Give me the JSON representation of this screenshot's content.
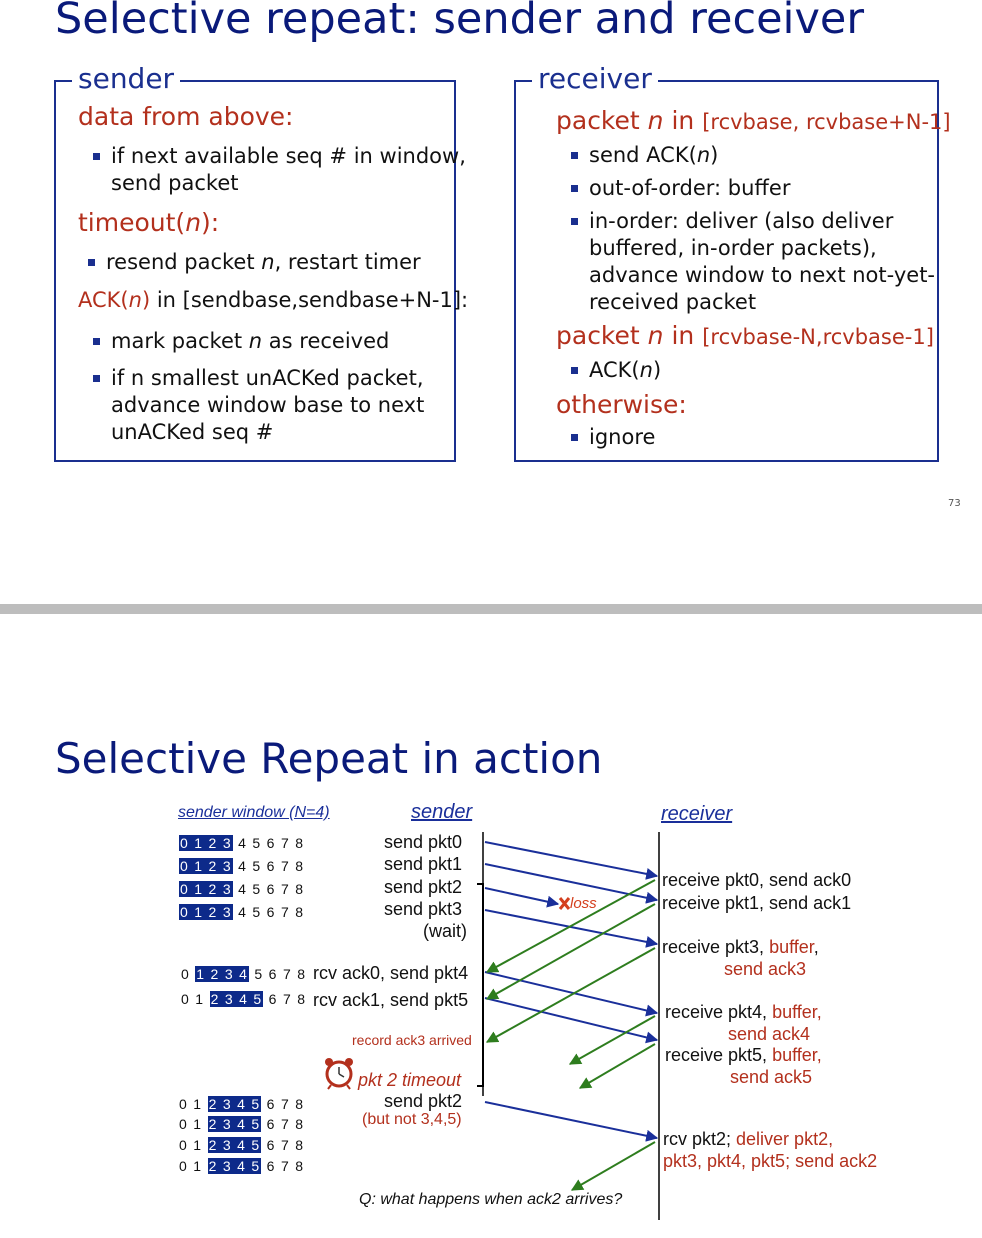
{
  "slide1": {
    "title": "Selective repeat: sender and receiver",
    "sender": {
      "label": "sender",
      "h1": "data from above:",
      "b1a": "if next available seq # in window,",
      "b1b": "send packet",
      "h2_pre": "timeout(",
      "h2_n": "n",
      "h2_post": "):",
      "b2_pre": "resend packet ",
      "b2_n": "n",
      "b2_post": ", restart timer",
      "h3_pre": "ACK(",
      "h3_n": "n",
      "h3_post": ")",
      "h3_range": " in [sendbase,sendbase+N-1]:",
      "b3_pre": "mark packet ",
      "b3_n": "n",
      "b3_post": " as received",
      "b4a": "if n smallest unACKed packet,",
      "b4b": "advance window base to next",
      "b4c": "unACKed seq #"
    },
    "receiver": {
      "label": "receiver",
      "h1_pre": "packet ",
      "h1_n": "n",
      "h1_in": " in ",
      "h1_range": "[rcvbase, rcvbase+N-1]",
      "b1_pre": "send ACK(",
      "b1_n": "n",
      "b1_post": ")",
      "b2": "out-of-order: buffer",
      "b3a": "in-order: deliver (also deliver",
      "b3b": "buffered, in-order packets),",
      "b3c": "advance window to next not-yet-",
      "b3d": "received packet",
      "h2_pre": "packet ",
      "h2_n": "n",
      "h2_in": " in ",
      "h2_range": "[rcvbase-N,rcvbase-1]",
      "b4_pre": "ACK(",
      "b4_n": "n",
      "b4_post": ")",
      "h3": "otherwise:",
      "b5": "ignore"
    },
    "page_number": "73"
  },
  "slide2": {
    "title": "Selective Repeat in action",
    "sender_window_label": "sender window (N=4)",
    "sender_label": "sender",
    "receiver_label": "receiver",
    "windows": [
      {
        "pre": "",
        "hl": "0 1 2 3",
        "post": " 4 5 6 7 8"
      },
      {
        "pre": "",
        "hl": "0 1 2 3",
        "post": " 4 5 6 7 8"
      },
      {
        "pre": "",
        "hl": "0 1 2 3",
        "post": " 4 5 6 7 8"
      },
      {
        "pre": "",
        "hl": "0 1 2 3",
        "post": " 4 5 6 7 8"
      },
      {
        "pre": "0 ",
        "hl": "1 2 3 4",
        "post": " 5 6 7 8"
      },
      {
        "pre": "0 1 ",
        "hl": "2 3 4 5",
        "post": " 6 7 8"
      },
      {
        "pre": "0 1 ",
        "hl": "2 3 4 5",
        "post": " 6 7 8"
      },
      {
        "pre": "0 1 ",
        "hl": "2 3 4 5",
        "post": " 6 7 8"
      },
      {
        "pre": "0 1 ",
        "hl": "2 3 4 5",
        "post": " 6 7 8"
      },
      {
        "pre": "0 1 ",
        "hl": "2 3 4 5",
        "post": " 6 7 8"
      }
    ],
    "sender_events": {
      "s0": "send  pkt0",
      "s1": "send  pkt1",
      "s2": "send  pkt2",
      "s3": "send  pkt3",
      "wait": "(wait)",
      "a0": "rcv ack0, send pkt4",
      "a1": "rcv ack1, send pkt5",
      "rec3": "record ack3 arrived",
      "timeout": "pkt 2 timeout",
      "resend": "send  pkt2",
      "notothers": "(but not 3,4,5)"
    },
    "receiver_events": {
      "r0": "receive pkt0, send ack0",
      "r1": "receive pkt1, send ack1",
      "r3_pre": "receive pkt3, ",
      "r3_buf": "buffer",
      "r3_comma": ",",
      "r3_ack": "send ack3",
      "r4_pre": "receive pkt4, ",
      "r4_buf": "buffer,",
      "r4_ack": "send ack4",
      "r5_pre": "receive pkt5, ",
      "r5_buf": "buffer,",
      "r5_ack": "send ack5",
      "r2_pre": "rcv pkt2; ",
      "r2_red1": "deliver pkt2,",
      "r2_red2": "pkt3, pkt4, pkt5; send ack2"
    },
    "loss": "loss",
    "question": "Q: what happens when ack2 arrives?",
    "colors": {
      "title": "#0a1a7a",
      "red": "#b3301d",
      "blue_arrow": "#1a2f9a",
      "green_arrow": "#2e7d1e"
    }
  }
}
